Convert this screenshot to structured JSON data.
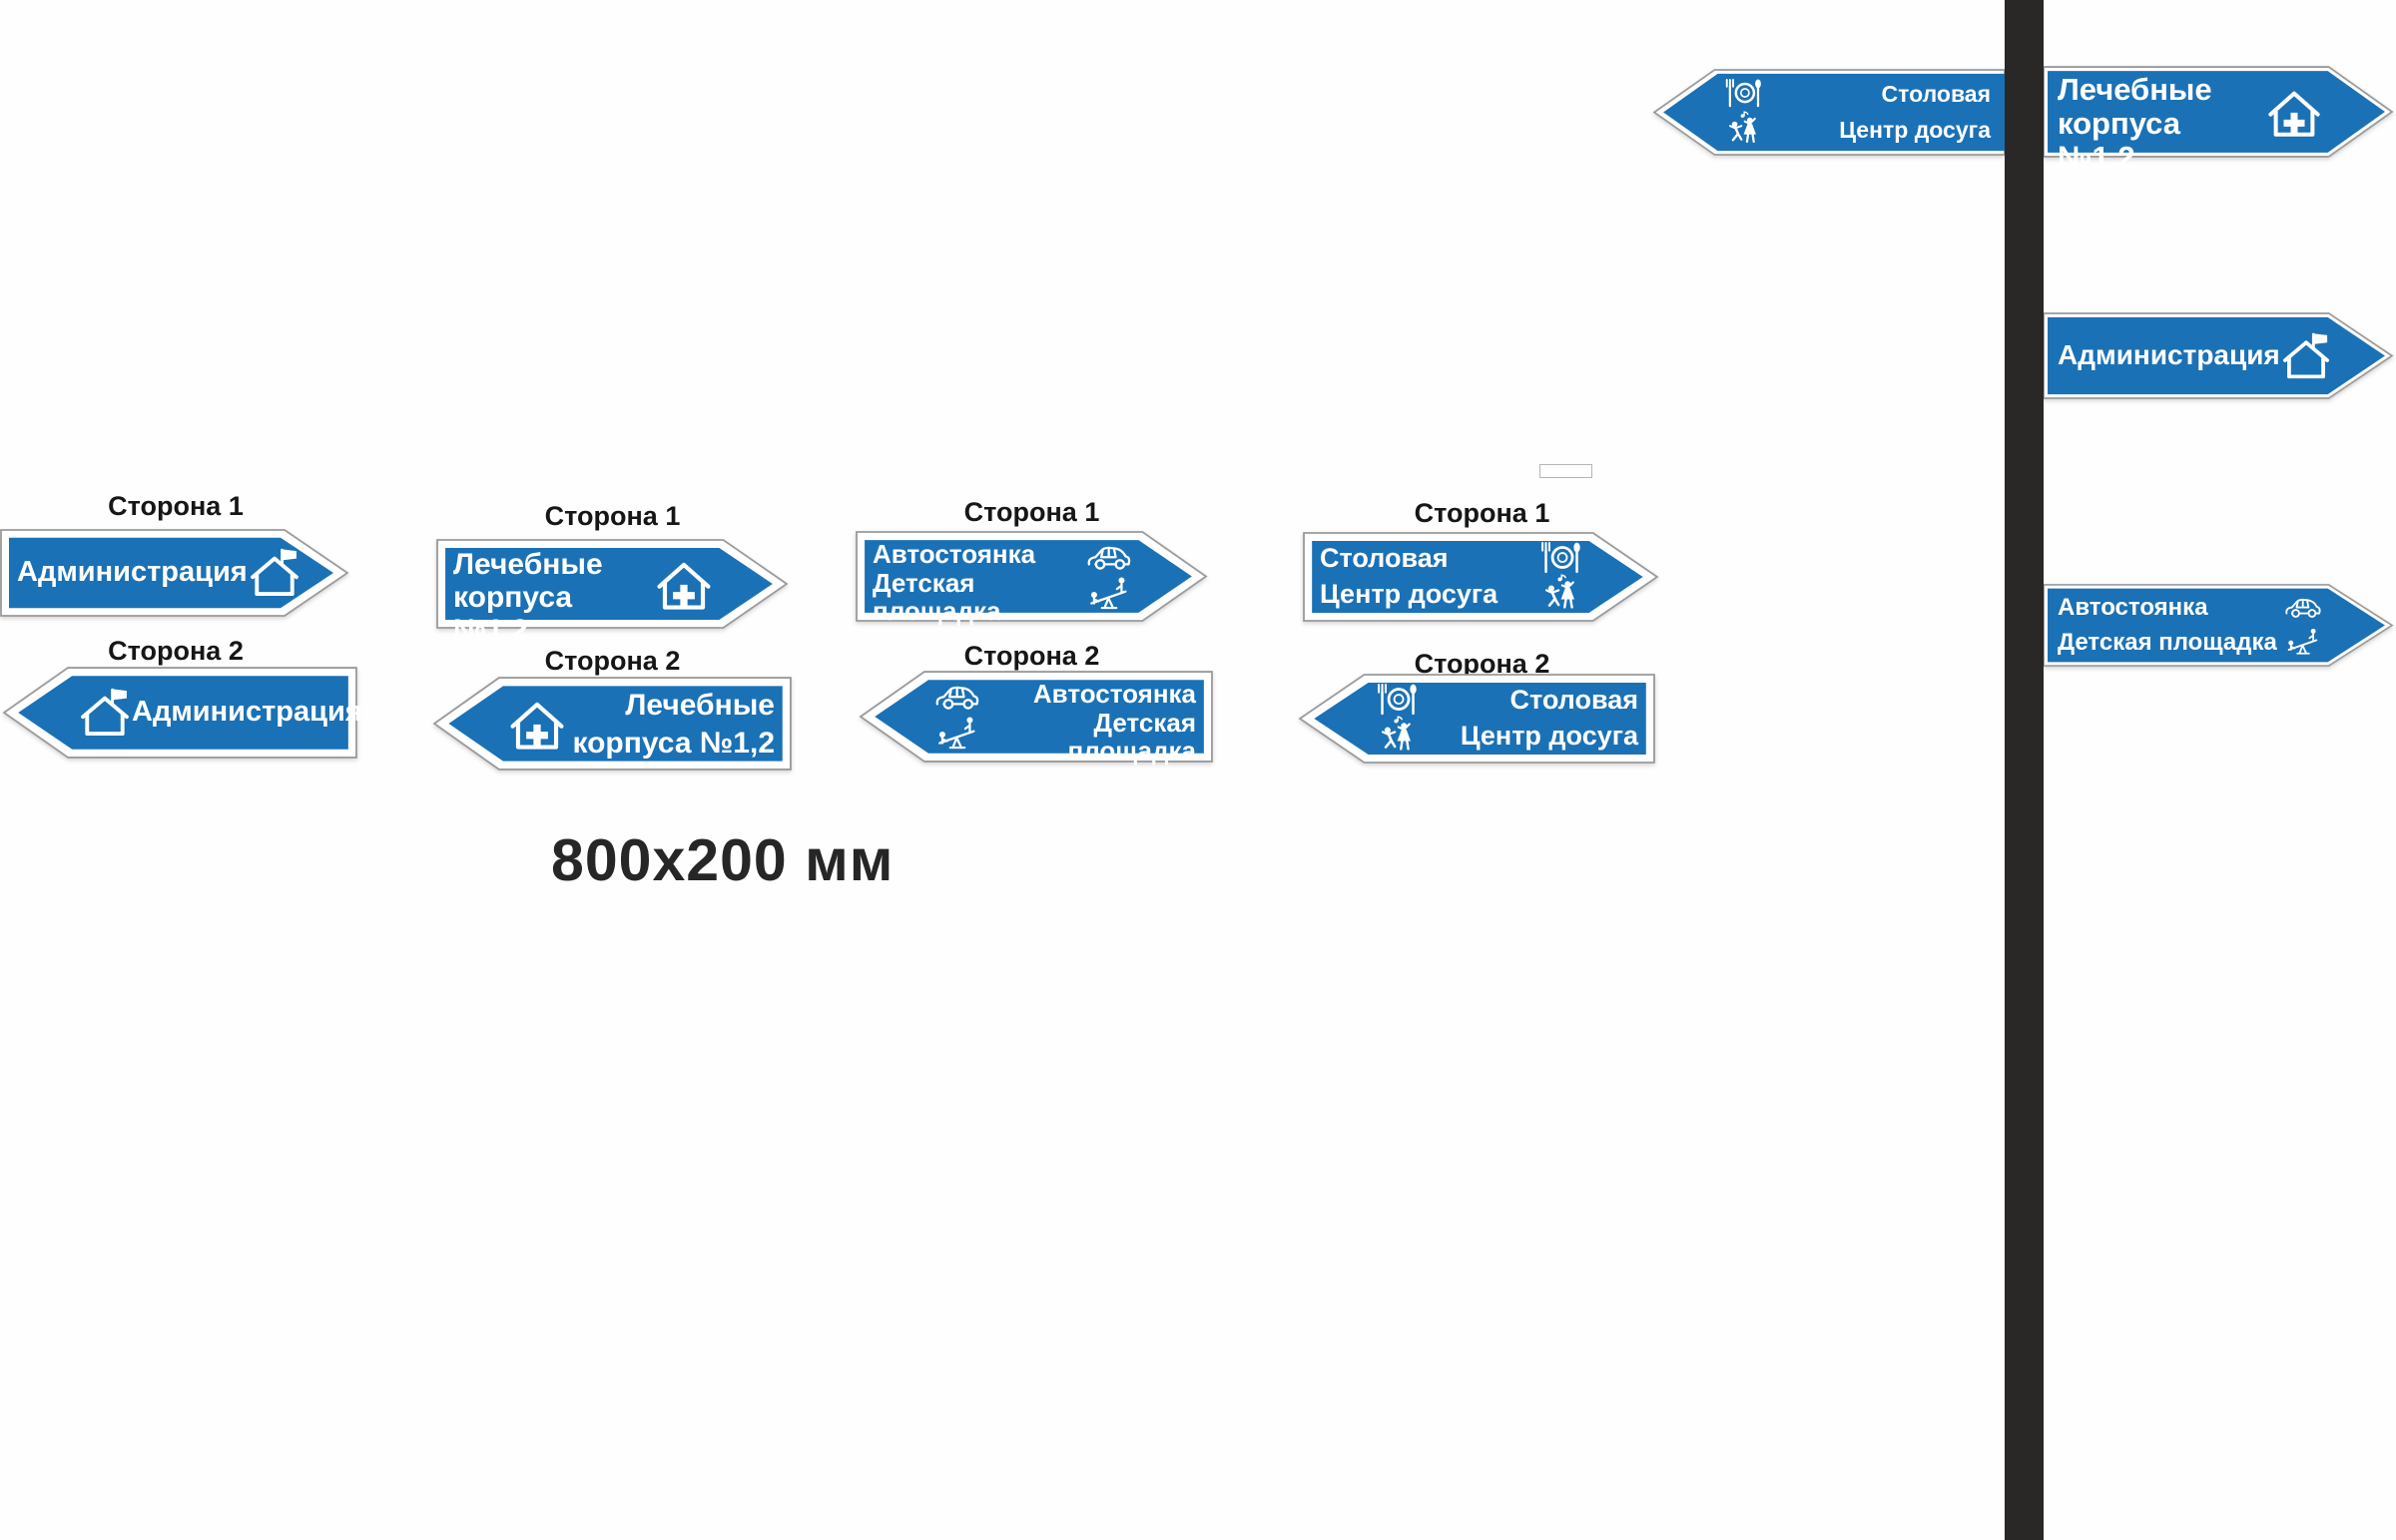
{
  "document": {
    "type": "wayfinding-sign-design-proof",
    "caption": "800x200 мм"
  },
  "colors": {
    "sign_blue": "#1b71b5",
    "sign_border_gray": "#9b9b9b",
    "sign_text_white": "#ffffff",
    "pole_dark": "#2a2827",
    "label_black": "#161616",
    "background": "#fefefe"
  },
  "labels": {
    "side1": "Сторона 1",
    "side2": "Сторона 2"
  },
  "destinations": {
    "administration": {
      "line1": "Администрация",
      "icon": "house-flag-icon"
    },
    "medical": {
      "line1": "Лечебные",
      "line2": "корпуса №1,2",
      "icon": "house-cross-icon"
    },
    "parking": {
      "line1": "Автостоянка",
      "line2": "Детская площадка",
      "icon_top": "car-icon",
      "icon_bottom": "seesaw-icon"
    },
    "canteen": {
      "line1": "Столовая",
      "line2": "Центр досуга",
      "icon_top": "dining-icon",
      "icon_bottom": "dance-icon"
    }
  },
  "board_pairs": [
    {
      "destination": "administration",
      "side1_direction": "right",
      "side2_direction": "left"
    },
    {
      "destination": "medical",
      "side1_direction": "right",
      "side2_direction": "left"
    },
    {
      "destination": "parking",
      "side1_direction": "right",
      "side2_direction": "left"
    },
    {
      "destination": "canteen",
      "side1_direction": "right",
      "side2_direction": "left"
    }
  ],
  "pole_signs": [
    {
      "destination": "canteen",
      "direction": "left",
      "side_of_pole": "left"
    },
    {
      "destination": "medical",
      "direction": "right",
      "side_of_pole": "right"
    },
    {
      "destination": "administration",
      "direction": "right",
      "side_of_pole": "right"
    },
    {
      "destination": "parking",
      "direction": "right",
      "side_of_pole": "right"
    }
  ]
}
